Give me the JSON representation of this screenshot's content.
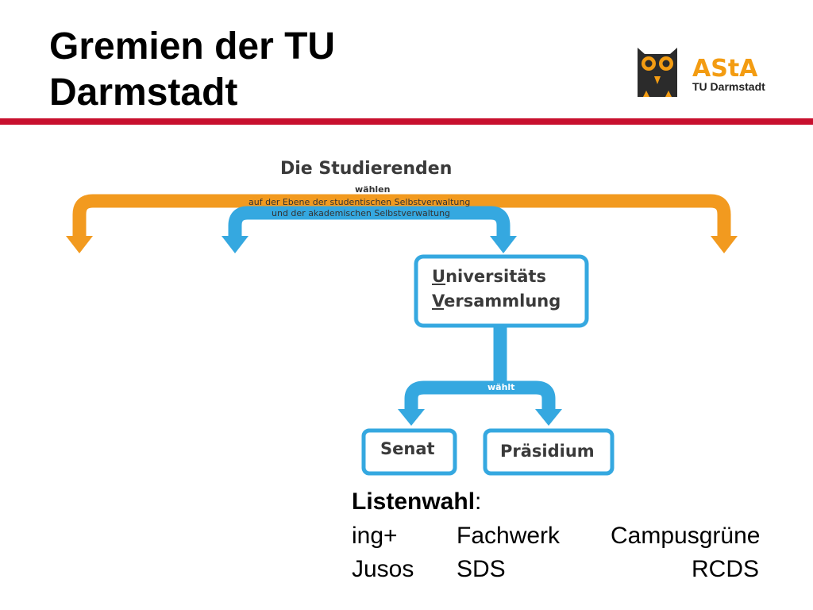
{
  "slide": {
    "title_line1": "Gremien der TU",
    "title_line2": "Darmstadt",
    "accent_color": "#c8102e"
  },
  "logo": {
    "wordmark": "AStA",
    "subtitle": "TU Darmstadt",
    "icon": "owl-icon",
    "colors": {
      "orange": "#f39c12",
      "dark": "#2b2b2b"
    }
  },
  "diagram": {
    "heading": "Die Studierenden",
    "vote_label": "wählen",
    "level_line1": "auf der Ebene der studentischen Selbstverwaltung",
    "level_line2": "und der akademischen Selbstverwaltung",
    "uv_line1_first": "U",
    "uv_line1_rest": "niversitäts",
    "uv_line2_first": "V",
    "uv_line2_rest": "ersammlung",
    "elects_label": "wählt",
    "senat": "Senat",
    "praesidium": "Präsidium",
    "colors": {
      "orange_arrow": "#f29a1f",
      "blue_arrow": "#35a8e0",
      "box_border": "#35a8e0"
    }
  },
  "lists": {
    "heading": "Listenwahl",
    "heading_suffix": ":",
    "items": [
      "ing+",
      "Fachwerk",
      "Campusgrüne",
      "Jusos",
      "SDS",
      "RCDS"
    ]
  }
}
